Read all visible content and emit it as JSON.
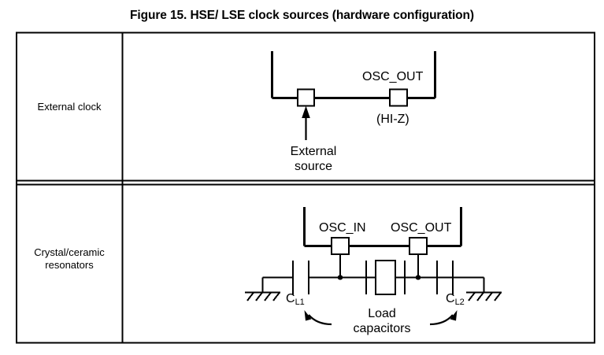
{
  "figure": {
    "title": "Figure 15. HSE/ LSE clock sources (hardware configuration)"
  },
  "table": {
    "rows": [
      {
        "label": "External clock",
        "diagram": {
          "name": "external-clock-circuit",
          "labels": {
            "osc_out": "OSC_OUT",
            "hiz": "(HI-Z)",
            "external_source": "External\nsource"
          },
          "external_source_line1": "External",
          "external_source_line2": "source"
        }
      },
      {
        "label": "Crystal/ceramic\nresonators",
        "label_line1": "Crystal/ceramic",
        "label_line2": "resonators",
        "diagram": {
          "name": "crystal-resonator-circuit",
          "labels": {
            "osc_in": "OSC_IN",
            "osc_out": "OSC_OUT",
            "cl1_main": "C",
            "cl1_sub": "L1",
            "cl2_main": "C",
            "cl2_sub": "L2",
            "load_capacitors_line1": "Load",
            "load_capacitors_line2": "capacitors"
          }
        }
      }
    ]
  },
  "colors": {
    "stroke": "#000000",
    "background": "#ffffff",
    "text": "#000000"
  }
}
